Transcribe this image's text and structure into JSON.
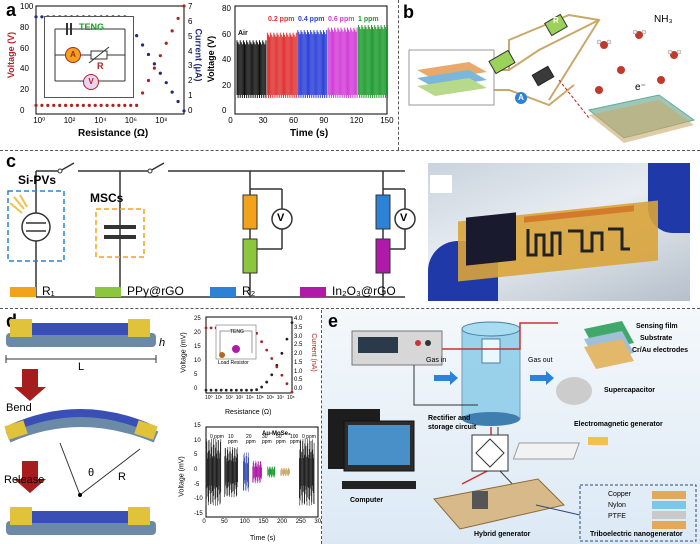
{
  "panel_labels": {
    "a": "a",
    "b": "b",
    "c": "c",
    "d": "d",
    "e": "e"
  },
  "colors": {
    "dark_red": "#b22222",
    "navy": "#1f2a7a",
    "air": "#111111",
    "p02": "#e03030",
    "p04": "#2a3fd8",
    "p06": "#d23bd6",
    "p1": "#1e9b2e",
    "panel_e_bg": "#dce9f5"
  },
  "panel_a": {
    "left_chart": {
      "type": "line",
      "ylabel_left": "Voltage (V)",
      "ylabel_right": "Current (μA)",
      "xlabel": "Resistance (Ω)",
      "x_ticks": [
        "10⁰",
        "10²",
        "10⁴",
        "10⁶",
        "10⁸"
      ],
      "y_ticks_left": [
        "0",
        "20",
        "40",
        "60",
        "80",
        "100"
      ],
      "y_ticks_right": [
        "0",
        "1",
        "2",
        "3",
        "4",
        "5",
        "6",
        "7"
      ],
      "inset_teng": "TENG",
      "inset_a": "A",
      "inset_r": "R",
      "inset_v": "V"
    },
    "right_chart": {
      "ylabel": "Voltage (V)",
      "xlabel": "Time (s)",
      "x_ticks": [
        "0",
        "30",
        "60",
        "90",
        "120",
        "150"
      ],
      "y_ticks": [
        "0",
        "20",
        "40",
        "60",
        "80"
      ],
      "series_labels": [
        "Air",
        "0.2 ppm",
        "0.4 ppm",
        "0.6 ppm",
        "1 ppm"
      ]
    }
  },
  "panel_b": {
    "nh3": "NH₃",
    "r": "R",
    "a": "A",
    "e": "e⁻"
  },
  "panel_c": {
    "si_pvs": "Si-PVs",
    "mscs": "MSCs",
    "v": "V",
    "legend": [
      {
        "label": "R₁",
        "color": "#f2a31b"
      },
      {
        "label": "PPy@rGO",
        "color": "#8cc63e"
      },
      {
        "label": "R₂",
        "color": "#2b82d6"
      },
      {
        "label": "In₂O₃@rGO",
        "color": "#b01aa8"
      }
    ]
  },
  "panel_d": {
    "h": "h",
    "l": "L",
    "bend": "Bend",
    "release": "Release",
    "theta": "θ",
    "r": "R",
    "top_chart": {
      "ylabel_left": "Voltage (mV)",
      "ylabel_right": "Current (nA)",
      "xlabel": "Resistance (Ω)",
      "y_ticks_left": [
        "0",
        "5",
        "10",
        "15",
        "20",
        "25"
      ],
      "y_ticks_right": [
        "0.0",
        "0.5",
        "1.0",
        "1.5",
        "2.0",
        "2.5",
        "3.0",
        "3.5",
        "4.0"
      ],
      "x_ticks": [
        "10⁰",
        "10¹",
        "10²",
        "10³",
        "10⁴",
        "10⁵",
        "10⁶",
        "10⁷",
        "10⁸"
      ],
      "inset_teng": "TENG",
      "inset_load": "Load Resistor"
    },
    "bottom_chart": {
      "title": "Au-MoSe₂",
      "ylabel": "Voltage (mV)",
      "xlabel": "Time (s)",
      "x_ticks": [
        "0",
        "50",
        "100",
        "150",
        "200",
        "250",
        "300"
      ],
      "y_ticks": [
        "15",
        "10",
        "5",
        "0",
        "-5",
        "-10",
        "-15"
      ],
      "ppm_labels": [
        "0 ppm",
        "10 ppm",
        "20 ppm",
        "30 ppm",
        "50 ppm",
        "100 ppm",
        "0 ppm"
      ]
    }
  },
  "panel_e": {
    "gas_in": "Gas in",
    "gas_out": "Gas out",
    "sensing_film": "Sensing film",
    "substrate": "Substrate",
    "electrodes": "Cr/Au electrodes",
    "supercapacitor": "Supercapacitor",
    "rectifier": "Rectifier and",
    "storage": "storage circuit",
    "electromagnetic": "Electromagnetic generator",
    "computer": "Computer",
    "hybrid": "Hybrid generator",
    "copper": "Copper",
    "nylon": "Nylon",
    "ptfe": "PTFE",
    "teng": "Triboelectric nanogenerator"
  }
}
